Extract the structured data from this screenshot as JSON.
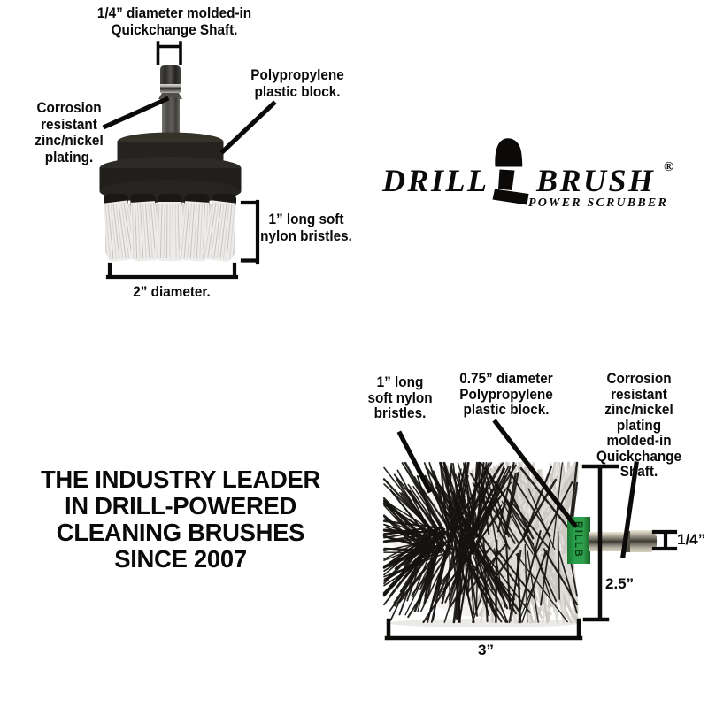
{
  "flat_brush_diagram": {
    "shaft_label": "1/4” diameter molded-in\nQuickchange Shaft.",
    "plating_label": "Corrosion\nresistant\nzinc/nickel\nplating.",
    "block_label": "Polypropylene\nplastic block.",
    "bristle_label": "1” long soft\nnylon bristles.",
    "diameter_label": "2” diameter."
  },
  "brand": {
    "name_left": "DRILL",
    "name_right": "BRUSH",
    "registered_mark": "®",
    "tagline": "POWER SCRUBBER"
  },
  "headline": "THE INDUSTRY LEADER\nIN DRILL-POWERED\nCLEANING BRUSHES\nSINCE 2007",
  "round_brush_diagram": {
    "bristle_label": "1” long\nsoft nylon\nbristles.",
    "block_label": "0.75” diameter\nPolypropylene\nplastic block.",
    "shaft_label": "Corrosion resistant\nzinc/nickel plating\nmolded-in\nQuickchange\nShaft.",
    "shaft_diameter": "1/4”",
    "brush_height": "2.5”",
    "brush_width": "3”",
    "collar_text": "RILLB"
  },
  "colors": {
    "background": "#ffffff",
    "ink": "#0b0a09",
    "collar_green": "#2aa24d",
    "bristle_white": "#edecea",
    "block_black": "#23221f"
  }
}
